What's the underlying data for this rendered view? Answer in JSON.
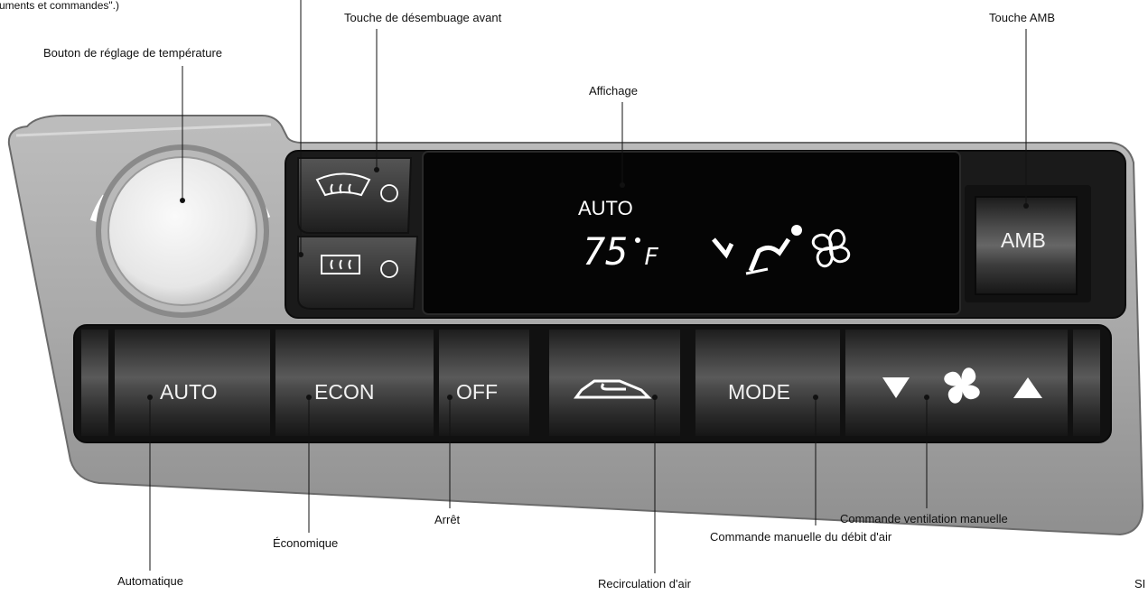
{
  "labels": {
    "top_left_cut": "uments et commandes\".)",
    "temp_knob": "Bouton de réglage de température",
    "front_defrost": "Touche de désembuage avant",
    "display": "Affichage",
    "amb_key": "Touche AMB",
    "automatic": "Automatique",
    "economic": "Économique",
    "off": "Arrêt",
    "recirculation": "Recirculation d'air",
    "mode_manual": "Commande manuelle du débit d'air",
    "fan_manual": "Commande ventilation manuelle",
    "corner_code": "SI"
  },
  "display": {
    "mode_text": "AUTO",
    "temperature": "75",
    "unit": "F"
  },
  "buttons": {
    "auto": "AUTO",
    "econ": "ECON",
    "off": "OFF",
    "mode": "MODE",
    "amb": "AMB"
  },
  "icons": {
    "front_defrost": "front-defrost-icon",
    "rear_defrost": "rear-defrost-icon",
    "recirculation": "recirculation-icon",
    "fan": "fan-icon",
    "fan_down": "triangle-down-icon",
    "fan_up": "triangle-up-icon",
    "airflow": "airflow-mode-icon"
  }
}
